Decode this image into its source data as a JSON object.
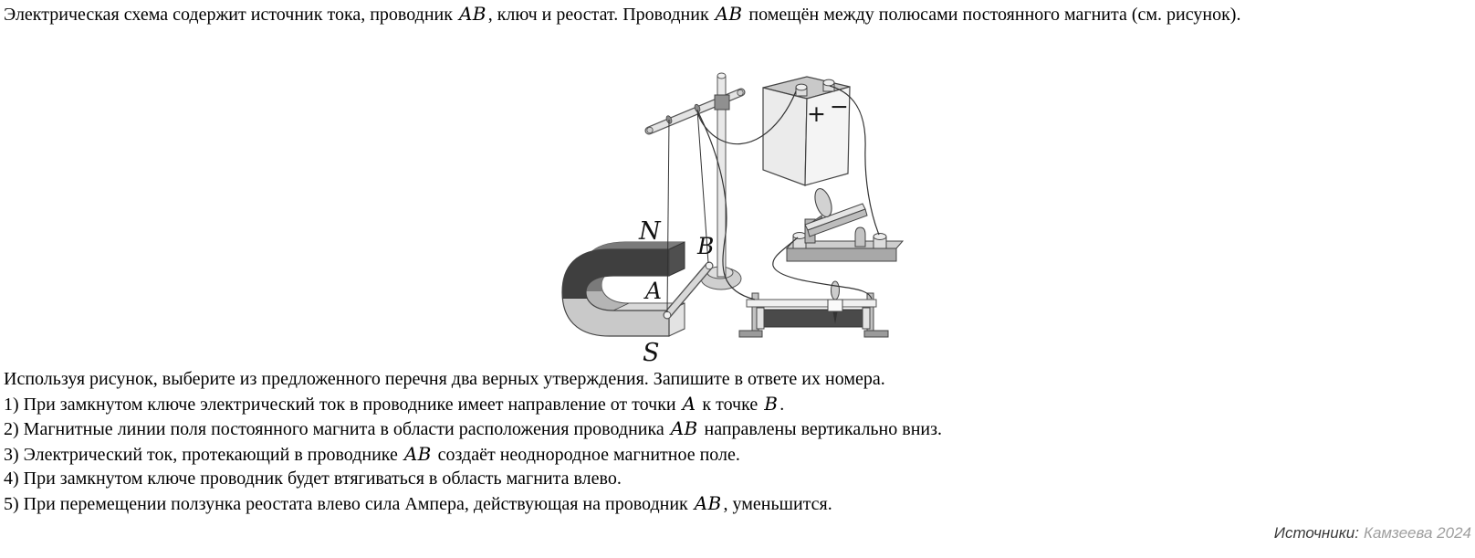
{
  "intro": {
    "segments": [
      {
        "t": "Электрическая схема содержит источник тока, проводник "
      },
      {
        "t": "AB",
        "math": true
      },
      {
        "t": ", ключ и реостат. Проводник "
      },
      {
        "t": "AB",
        "math": true
      },
      {
        "t": " помещён между полюсами постоянного магнита (см. рисунок)."
      }
    ]
  },
  "figure": {
    "labels": {
      "pole_n": "N",
      "pole_s": "S",
      "point_a": "A",
      "point_b": "B"
    },
    "battery": {
      "plus": "+",
      "minus": "−"
    },
    "colors": {
      "magnet_dark": "#3f3f3f",
      "magnet_light": "#c9c9c9",
      "magnet_back": "#b5b5b5",
      "magnet_back_dark": "#7a7a7a",
      "coil_dark": "#4a4a4a",
      "outline": "#444444"
    }
  },
  "question": {
    "prompt": "Используя рисунок, выберите из предложенного перечня два верных утверждения. Запишите в ответе их номера.",
    "statements": [
      [
        {
          "t": "1) При замкнутом ключе электрический ток в проводнике имеет направление от точки "
        },
        {
          "t": "A",
          "math": true
        },
        {
          "t": " к точке "
        },
        {
          "t": "B",
          "math": true
        },
        {
          "t": "."
        }
      ],
      [
        {
          "t": "2) Магнитные линии поля постоянного магнита в области расположения проводника "
        },
        {
          "t": "AB",
          "math": true
        },
        {
          "t": " направлены вертикально вниз."
        }
      ],
      [
        {
          "t": "3) Электрический ток, протекающий в проводнике "
        },
        {
          "t": "AB",
          "math": true
        },
        {
          "t": " создаёт неоднородное магнитное поле."
        }
      ],
      [
        {
          "t": "4) При замкнутом ключе проводник будет втягиваться в область магнита влево."
        }
      ],
      [
        {
          "t": "5) При перемещении ползунка реостата влево сила Ампера, действующая на проводник "
        },
        {
          "t": "AB",
          "math": true
        },
        {
          "t": ", уменьшится."
        }
      ]
    ]
  },
  "source": {
    "label": "Источники:",
    "value": "Камзеева 2024"
  }
}
